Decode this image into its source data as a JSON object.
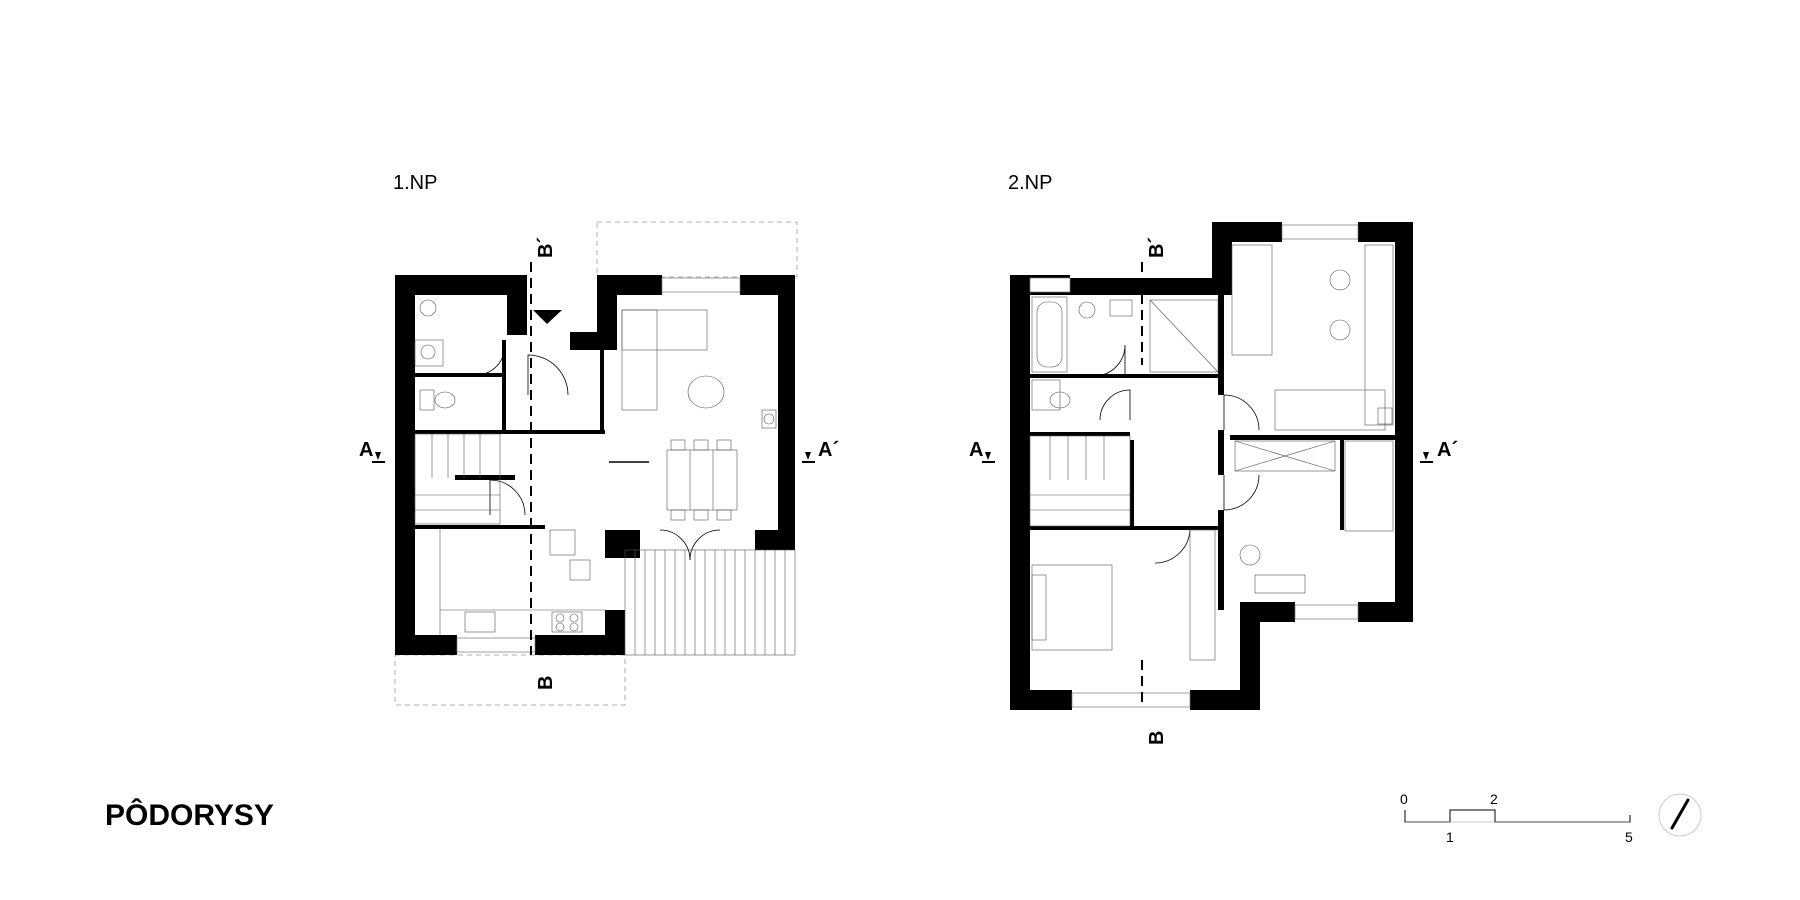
{
  "title": "PÔDORYSY",
  "plans": [
    {
      "floor_label": "1.NP"
    },
    {
      "floor_label": "2.NP"
    }
  ],
  "sections": {
    "a_left": "A",
    "a_right": "A´",
    "b_bottom": "B",
    "b_top": "B´"
  },
  "scale_bar": {
    "ticks": [
      "0",
      "1",
      "2",
      "5"
    ]
  },
  "icons": [
    "north-arrow-icon",
    "entrance-arrow-icon"
  ]
}
